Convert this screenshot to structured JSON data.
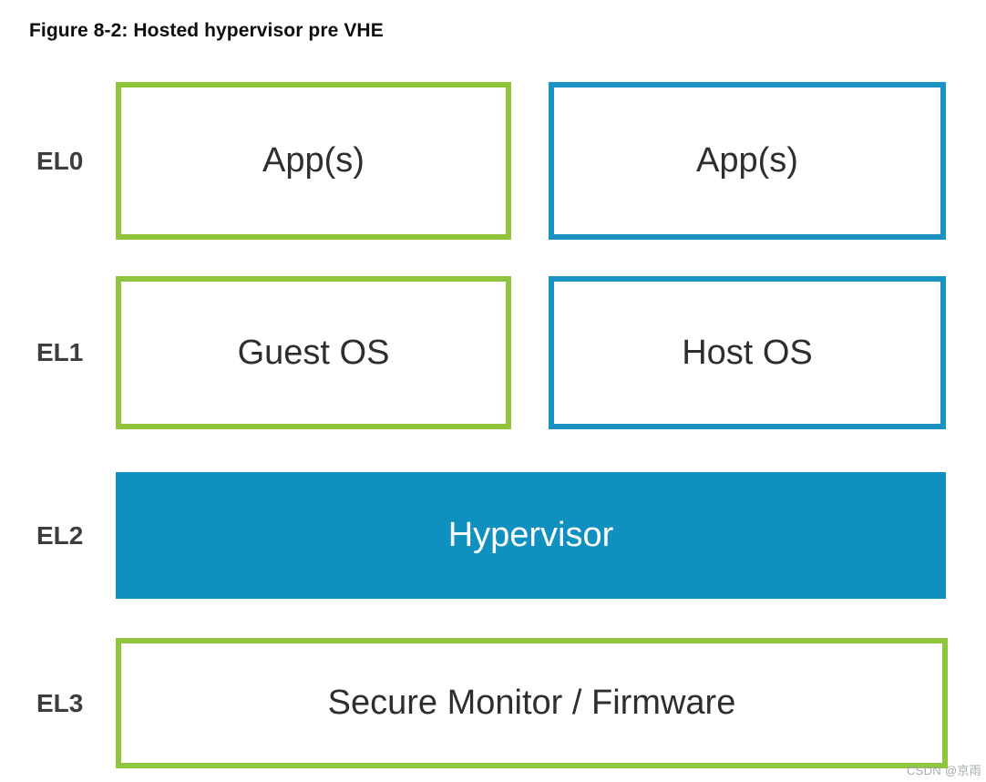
{
  "figure": {
    "title": "Figure 8-2: Hosted hypervisor pre VHE"
  },
  "colors": {
    "green": "#8fc53c",
    "blue_border": "#1a93c4",
    "blue_fill": "#0f90bf",
    "box_text": "#2e2e2e",
    "label_text": "#3d3d3d",
    "hypervisor_text": "#ffffff"
  },
  "diagram": {
    "rows": [
      {
        "label": "EL0",
        "boxes": [
          {
            "text": "App(s)",
            "style": "green-outline"
          },
          {
            "text": "App(s)",
            "style": "blue-outline"
          }
        ]
      },
      {
        "label": "EL1",
        "boxes": [
          {
            "text": "Guest OS",
            "style": "green-outline"
          },
          {
            "text": "Host OS",
            "style": "blue-outline"
          }
        ]
      },
      {
        "label": "EL2",
        "boxes": [
          {
            "text": "Hypervisor",
            "style": "blue-solid"
          }
        ]
      },
      {
        "label": "EL3",
        "boxes": [
          {
            "text": "Secure Monitor / Firmware",
            "style": "green-outline"
          }
        ]
      }
    ]
  },
  "watermark": "CSDN @京雨"
}
